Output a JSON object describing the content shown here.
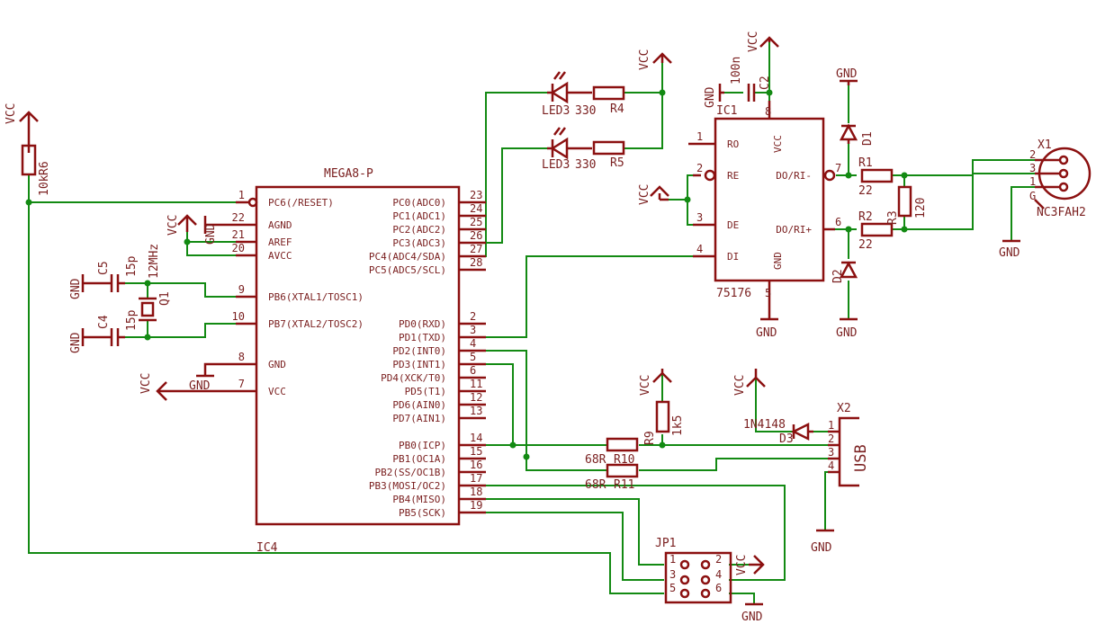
{
  "mcu": {
    "name": "MEGA8-P",
    "left_pins": [
      {
        "num": "1",
        "name": "PC6(/RESET)"
      },
      {
        "num": "22",
        "name": "AGND"
      },
      {
        "num": "21",
        "name": "AREF"
      },
      {
        "num": "20",
        "name": "AVCC"
      },
      {
        "num": "9",
        "name": "PB6(XTAL1/TOSC1)"
      },
      {
        "num": "10",
        "name": "PB7(XTAL2/TOSC2)"
      },
      {
        "num": "8",
        "name": "GND"
      },
      {
        "num": "7",
        "name": "VCC"
      }
    ],
    "right_pins": [
      {
        "num": "23",
        "name": "PC0(ADC0)"
      },
      {
        "num": "24",
        "name": "PC1(ADC1)"
      },
      {
        "num": "25",
        "name": "PC2(ADC2)"
      },
      {
        "num": "26",
        "name": "PC3(ADC3)"
      },
      {
        "num": "27",
        "name": "PC4(ADC4/SDA)"
      },
      {
        "num": "28",
        "name": "PC5(ADC5/SCL)"
      },
      {
        "num": "2",
        "name": "PD0(RXD)"
      },
      {
        "num": "3",
        "name": "PD1(TXD)"
      },
      {
        "num": "4",
        "name": "PD2(INT0)"
      },
      {
        "num": "5",
        "name": "PD3(INT1)"
      },
      {
        "num": "6",
        "name": "PD4(XCK/T0)"
      },
      {
        "num": "11",
        "name": "PD5(T1)"
      },
      {
        "num": "12",
        "name": "PD6(AIN0)"
      },
      {
        "num": "13",
        "name": "PD7(AIN1)"
      },
      {
        "num": "14",
        "name": "PB0(ICP)"
      },
      {
        "num": "15",
        "name": "PB1(OC1A)"
      },
      {
        "num": "16",
        "name": "PB2(SS/OC1B)"
      },
      {
        "num": "17",
        "name": "PB3(MOSI/OC2)"
      },
      {
        "num": "18",
        "name": "PB4(MISO)"
      },
      {
        "num": "19",
        "name": "PB5(SCK)"
      }
    ]
  },
  "ic1": {
    "ref": "IC1",
    "type": "75176",
    "pins": [
      {
        "num": "1",
        "name": "RO"
      },
      {
        "num": "2",
        "name": "RE"
      },
      {
        "num": "3",
        "name": "DE"
      },
      {
        "num": "4",
        "name": "DI"
      },
      {
        "num": "7",
        "name": "DO/RI-"
      },
      {
        "num": "6",
        "name": "DO/RI+"
      },
      {
        "num": "8",
        "name": "VCC"
      },
      {
        "num": "5",
        "name": "GND"
      }
    ]
  },
  "components": {
    "r6": {
      "ref": "R6",
      "value": "10k"
    },
    "c5": {
      "ref": "C5",
      "value": "15p"
    },
    "c4": {
      "ref": "C4",
      "value": "15p"
    },
    "q1": {
      "ref": "Q1",
      "value": "12MHz"
    },
    "led1": {
      "ref": "LED3",
      "value": "330"
    },
    "r4": {
      "ref": "R4"
    },
    "led2": {
      "ref": "LED3",
      "value": "330"
    },
    "r5": {
      "ref": "R5"
    },
    "c2": {
      "ref": "C2",
      "value": "100n"
    },
    "d1": {
      "ref": "D1"
    },
    "d2": {
      "ref": "D2"
    },
    "r1": {
      "ref": "R1",
      "value": "22"
    },
    "r2": {
      "ref": "R2",
      "value": "22"
    },
    "r3": {
      "ref": "R3",
      "value": "120"
    },
    "x1": {
      "ref": "X1",
      "value": "NC3FAH2",
      "pins": [
        "2",
        "3",
        "1",
        "G"
      ]
    },
    "r9": {
      "ref": "R9",
      "value": "1k5"
    },
    "r10": {
      "ref": "R10",
      "value": "68R"
    },
    "r11": {
      "ref": "R11",
      "value": "68R"
    },
    "d3": {
      "ref": "D3",
      "value": "1N4148"
    },
    "x2": {
      "ref": "X2",
      "label": "USB",
      "pins": [
        "1",
        "2",
        "3",
        "4"
      ]
    },
    "jp1": {
      "ref": "JP1",
      "pins": [
        "1",
        "2",
        "3",
        "4",
        "5",
        "6"
      ]
    },
    "ic4": {
      "ref": "IC4"
    }
  },
  "nets": {
    "vcc": "VCC",
    "gnd": "GND"
  },
  "colors": {
    "part": "#8b1010",
    "wire": "#138a13",
    "background": "#ffffff"
  }
}
